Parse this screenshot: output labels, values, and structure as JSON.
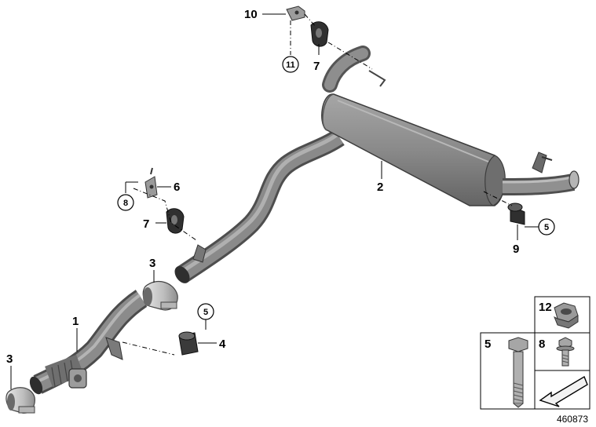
{
  "callouts": {
    "c1": "1",
    "c2": "2",
    "c3a": "3",
    "c3b": "3",
    "c4": "4",
    "c5a": "5",
    "c5b": "5",
    "c6": "6",
    "c7a": "7",
    "c7b": "7",
    "c8": "8",
    "c9": "9",
    "c10": "10",
    "c11": "11"
  },
  "legend": {
    "box12": "12",
    "box5": "5",
    "box8": "8"
  },
  "reference_number": "460873",
  "colors": {
    "pipe": "#7d7d7d",
    "pipe_dark": "#5a5a5a",
    "muffler": "#8b8b8b",
    "rubber": "#3a3a3a",
    "line": "#000000"
  }
}
